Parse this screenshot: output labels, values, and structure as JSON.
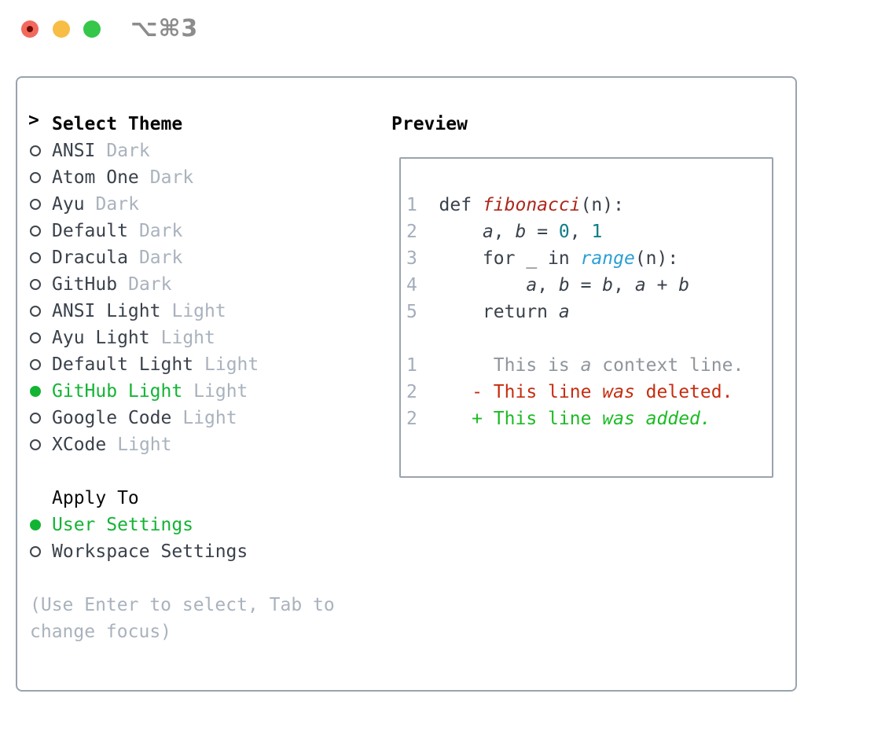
{
  "titlebar": {
    "shortcut": "⌥⌘3"
  },
  "theme_picker": {
    "prompt": ">",
    "title": "Select Theme",
    "items": [
      {
        "name": "ANSI",
        "variant": "Dark",
        "selected": false
      },
      {
        "name": "Atom One",
        "variant": "Dark",
        "selected": false
      },
      {
        "name": "Ayu",
        "variant": "Dark",
        "selected": false
      },
      {
        "name": "Default",
        "variant": "Dark",
        "selected": false
      },
      {
        "name": "Dracula",
        "variant": "Dark",
        "selected": false
      },
      {
        "name": "GitHub",
        "variant": "Dark",
        "selected": false
      },
      {
        "name": "ANSI Light",
        "variant": "Light",
        "selected": false
      },
      {
        "name": "Ayu Light",
        "variant": "Light",
        "selected": false
      },
      {
        "name": "Default Light",
        "variant": "Light",
        "selected": false
      },
      {
        "name": "GitHub Light",
        "variant": "Light",
        "selected": true
      },
      {
        "name": "Google Code",
        "variant": "Light",
        "selected": false
      },
      {
        "name": "XCode",
        "variant": "Light",
        "selected": false
      }
    ]
  },
  "apply_to": {
    "title": "Apply To",
    "options": [
      {
        "label": "User Settings",
        "selected": true
      },
      {
        "label": "Workspace Settings",
        "selected": false
      }
    ]
  },
  "help": {
    "line1": "(Use Enter to select, Tab to",
    "line2": "change focus)"
  },
  "preview": {
    "title": "Preview",
    "lines": [
      [
        {
          "s": "ln",
          "t": "1  "
        },
        {
          "s": "code",
          "t": "def "
        },
        {
          "s": "fn",
          "t": "fibonacci"
        },
        {
          "s": "code",
          "t": "(n):"
        }
      ],
      [
        {
          "s": "ln",
          "t": "2  "
        },
        {
          "s": "code",
          "t": "    "
        },
        {
          "s": "var",
          "t": "a"
        },
        {
          "s": "code",
          "t": ", "
        },
        {
          "s": "var",
          "t": "b"
        },
        {
          "s": "code",
          "t": " = "
        },
        {
          "s": "num",
          "t": "0"
        },
        {
          "s": "code",
          "t": ", "
        },
        {
          "s": "num",
          "t": "1"
        }
      ],
      [
        {
          "s": "ln",
          "t": "3  "
        },
        {
          "s": "code",
          "t": "    for _ in "
        },
        {
          "s": "call",
          "t": "range"
        },
        {
          "s": "code",
          "t": "(n):"
        }
      ],
      [
        {
          "s": "ln",
          "t": "4  "
        },
        {
          "s": "code",
          "t": "        "
        },
        {
          "s": "var",
          "t": "a"
        },
        {
          "s": "code",
          "t": ", "
        },
        {
          "s": "var",
          "t": "b"
        },
        {
          "s": "code",
          "t": " = "
        },
        {
          "s": "var",
          "t": "b"
        },
        {
          "s": "code",
          "t": ", "
        },
        {
          "s": "var",
          "t": "a"
        },
        {
          "s": "code",
          "t": " + "
        },
        {
          "s": "var",
          "t": "b"
        }
      ],
      [
        {
          "s": "ln",
          "t": "5  "
        },
        {
          "s": "code",
          "t": "    return "
        },
        {
          "s": "var",
          "t": "a"
        }
      ],
      [],
      [
        {
          "s": "ln",
          "t": "1"
        },
        {
          "s": "ctx",
          "t": "       This is "
        },
        {
          "s": "ctxi",
          "t": "a"
        },
        {
          "s": "ctx",
          "t": " context line."
        }
      ],
      [
        {
          "s": "ln",
          "t": "2"
        },
        {
          "s": "del",
          "t": "     - This line "
        },
        {
          "s": "deli",
          "t": "was"
        },
        {
          "s": "del",
          "t": " deleted."
        }
      ],
      [
        {
          "s": "ln",
          "t": "2"
        },
        {
          "s": "add",
          "t": "     + This line "
        },
        {
          "s": "addi",
          "t": "was added."
        }
      ]
    ]
  },
  "colors": {
    "accent_green": "#13b434",
    "panel_border": "#9aa3ae",
    "text_dark": "#3a414b",
    "muted": "#a9b2bd",
    "line_number": "#a3aebc",
    "function_red": "#ac281b",
    "number_teal": "#0d7d84",
    "call_blue": "#2b9fd4",
    "context_gray": "#8f959c",
    "deleted_red": "#c62d10",
    "added_green": "#1cbb24",
    "traffic_close": "#f16a5d",
    "traffic_close_dot": "#6d0b05",
    "traffic_minimize": "#f7bd45",
    "traffic_zoom": "#35c64a",
    "title_gray": "#8c8c8c"
  }
}
